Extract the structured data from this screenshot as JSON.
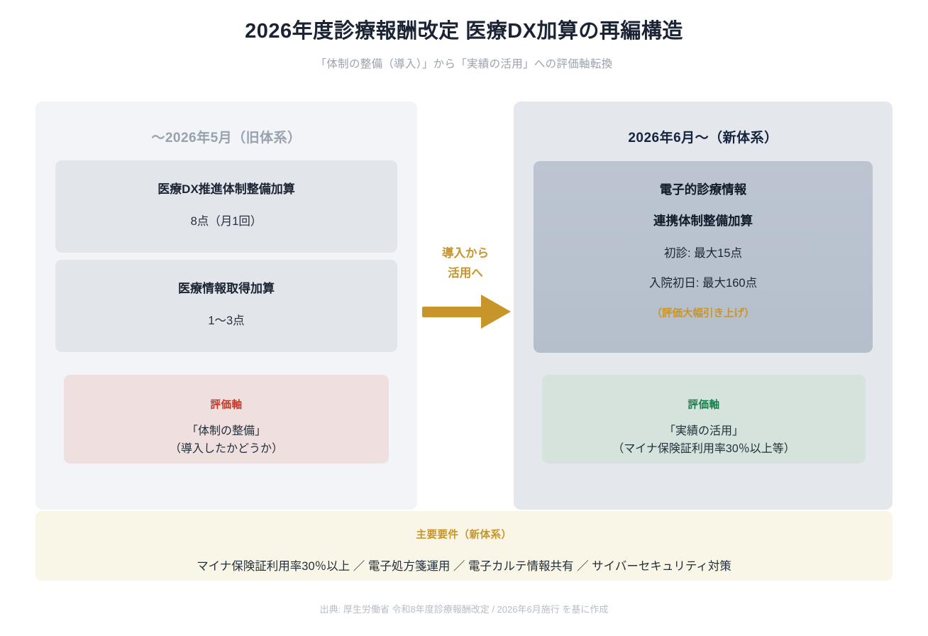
{
  "header": {
    "title": "2026年度診療報酬改定 医療DX加算の再編構造",
    "subtitle": "「体制の整備（導入）」から「実績の活用」への評価軸転換"
  },
  "old_system": {
    "panel_header": "〜2026年5月（旧体系）",
    "cards": [
      {
        "title": "医療DX推進体制整備加算",
        "points": "8点（月1回）"
      },
      {
        "title": "医療情報取得加算",
        "points": "1〜3点"
      }
    ],
    "axis": {
      "label": "評価軸",
      "line1": "「体制の整備」",
      "line2": "（導入したかどうか）",
      "color": "#c0392b"
    }
  },
  "transition": {
    "caption_line1": "導入から",
    "caption_line2": "活用へ",
    "arrow_icon": "arrow-right-icon",
    "color": "#c8952a"
  },
  "new_system": {
    "panel_header": "2026年6月〜（新体系）",
    "card": {
      "title_line1": "電子的診療情報",
      "title_line2": "連携体制整備加算",
      "point1": "初診: 最大15点",
      "point2": "入院初日: 最大160点",
      "note": "（評価大幅引き上げ）"
    },
    "axis": {
      "label": "評価軸",
      "line1": "「実績の活用」",
      "line2": "（マイナ保険証利用率30％以上等）",
      "color": "#14804a"
    }
  },
  "requirements": {
    "title": "主要要件（新体系）",
    "list": "マイナ保険証利用率30％以上 ／ 電子処方箋運用 ／ 電子カルテ情報共有 ／ サイバーセキュリティ対策"
  },
  "footer": {
    "source": "出典: 厚生労働省 令和8年度診療報酬改定 / 2026年6月施行 を基に作成"
  },
  "colors": {
    "title": "#1b2434",
    "subtitle": "#9aa3ae",
    "panel_old_bg": "#f2f4f7",
    "panel_new_bg": "#e4e8ec",
    "card_old_bg": "#e2e6ea",
    "card_new_bg": "#b8c2ce",
    "axis_old_bg": "#f0dfdf",
    "axis_new_bg": "#d5e3dc",
    "accent_gold": "#c8952a",
    "req_bar_bg": "#faf6e7"
  }
}
